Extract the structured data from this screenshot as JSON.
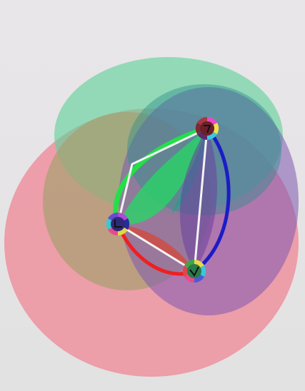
{
  "image": {
    "kind": "photograph",
    "subject": "overlapping-translucent-ellipses-with-three-colored-vertex-markers",
    "colors": {
      "background": "#e6e4e6",
      "pink_ellipse": "#ee8a98",
      "green_ellipse": "#5fd29a",
      "olive_ellipse": "#a8a278",
      "purple_ellipse": "#8a5fb4",
      "teal_ellipse": "#3a8f8e",
      "green_lens": "#2ad06a",
      "red_lens": "#d04a40",
      "blue_edge": "#1c1cc8",
      "red_edge": "#ee2020",
      "green_edge": "#22e048",
      "white_chord": "#f4f4f4"
    },
    "vertices": [
      {
        "name": "top-right-vertex",
        "icon": "multicolor-disc-with-black-arrow"
      },
      {
        "name": "left-vertex",
        "icon": "multicolor-disc-with-black-arrow"
      },
      {
        "name": "bottom-vertex",
        "icon": "multicolor-disc-with-black-arrow"
      }
    ]
  }
}
